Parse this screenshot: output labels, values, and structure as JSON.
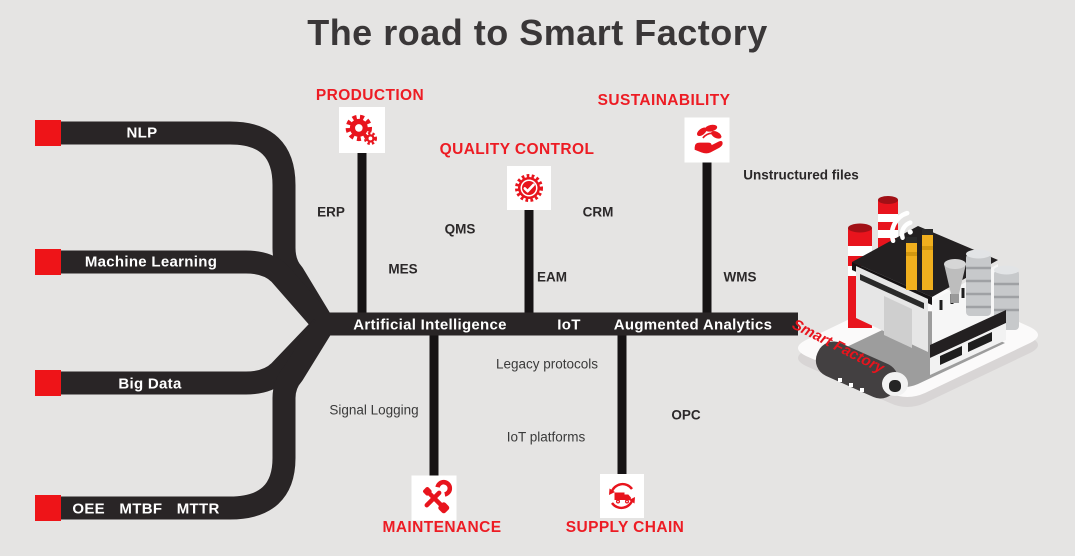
{
  "title": "The road to Smart Factory",
  "colors": {
    "accent_red": "#ed1c24",
    "road_dark": "#292526",
    "background": "#e5e4e3",
    "label_white": "#ffffff",
    "text_dark": "#2b2829"
  },
  "roads": {
    "branches": [
      {
        "id": "nlp",
        "label": "NLP"
      },
      {
        "id": "machine-learning",
        "label": "Machine Learning"
      },
      {
        "id": "big-data",
        "label": "Big Data"
      },
      {
        "id": "metrics",
        "label": "OEE MTBF MTTR"
      }
    ],
    "main": [
      {
        "id": "artificial-intelligence",
        "label": "Artificial Intelligence"
      },
      {
        "id": "iot",
        "label": "IoT"
      },
      {
        "id": "augmented-analytics",
        "label": "Augmented Analytics"
      }
    ]
  },
  "categories": [
    {
      "id": "production",
      "label": "PRODUCTION",
      "icon": "gears-icon"
    },
    {
      "id": "quality-control",
      "label": "QUALITY CONTROL",
      "icon": "quality-badge-icon"
    },
    {
      "id": "sustainability",
      "label": "SUSTAINABILITY",
      "icon": "hand-leaf-icon"
    },
    {
      "id": "maintenance",
      "label": "MAINTENANCE",
      "icon": "crossed-tools-icon"
    },
    {
      "id": "supply-chain",
      "label": "SUPPLY CHAIN",
      "icon": "truck-cycle-icon"
    }
  ],
  "systems": [
    {
      "id": "erp",
      "label": "ERP"
    },
    {
      "id": "mes",
      "label": "MES"
    },
    {
      "id": "qms",
      "label": "QMS"
    },
    {
      "id": "eam",
      "label": "EAM"
    },
    {
      "id": "crm",
      "label": "CRM"
    },
    {
      "id": "wms",
      "label": "WMS"
    },
    {
      "id": "unstructured-files",
      "label": "Unstructured files"
    },
    {
      "id": "signal-logging",
      "label": "Signal Logging"
    },
    {
      "id": "legacy-protocols",
      "label": "Legacy protocols"
    },
    {
      "id": "iot-platforms",
      "label": "IoT platforms"
    },
    {
      "id": "opc",
      "label": "OPC"
    }
  ],
  "destination": {
    "label": "Smart Factory"
  }
}
